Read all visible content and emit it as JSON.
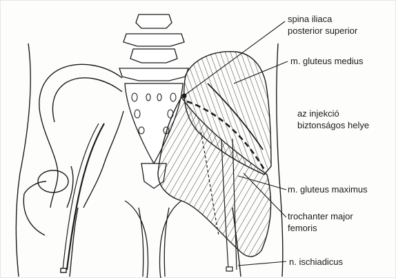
{
  "labels": {
    "spina": [
      "spina iliaca",
      "posterior superior"
    ],
    "medius": "m. gluteus medius",
    "injekcio": [
      "az injekció",
      "biztonságos helye"
    ],
    "maximus": "m. gluteus maximus",
    "trochanter": [
      "trochanter major",
      "femoris"
    ],
    "ischiadicus": "n. ischiadicus"
  },
  "colors": {
    "ink": "#1a1a1a",
    "background": "#fdfdfb"
  }
}
